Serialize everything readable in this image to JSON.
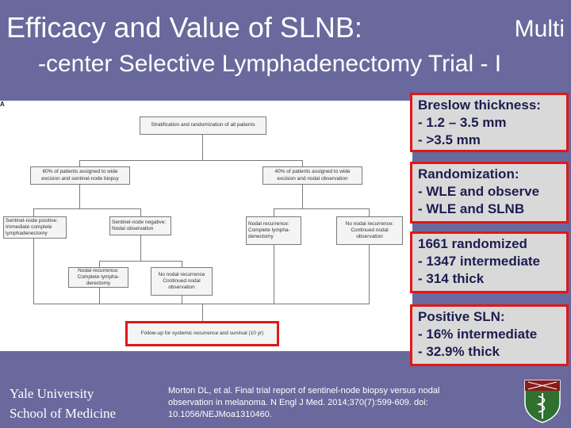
{
  "title": {
    "line1": "Efficacy and Value of SLNB:",
    "line1_right": "Multi",
    "line2": "-center Selective Lymphadenectomy Trial - I"
  },
  "diagram": {
    "panel_label": "A",
    "stratification": "Stratification and randomization of all patients",
    "arm_left": "60% of patients assigned to wide excision and sentinel-node biopsy",
    "arm_right": "40% of patients assigned to wide excision and nodal observation",
    "sn_positive": "Sentinel-node positive: Immediate complete lymphadenectomy",
    "sn_negative": "Sentinel-node negative: Nodal observation",
    "nodal_recurrence_obs": "Nodal recurrence: Complete lympha-denectomy",
    "no_nodal_recurrence_obs": "No nodal recurrence: Continued nodal observation",
    "nodal_recurrence_sn": "Nodal recurrence: Complete lympha-derectomy",
    "no_nodal_recurrence_sn": "No nodal recurrence Continued nodal observation",
    "followup": "Follow-up for systemic recurrence and survival (10 yr)"
  },
  "callouts": [
    {
      "lines": [
        "Breslow thickness:",
        "- 1.2 – 3.5 mm",
        "- >3.5 mm"
      ]
    },
    {
      "lines": [
        "Randomization:",
        "- WLE and observe",
        "- WLE and SLNB"
      ]
    },
    {
      "lines": [
        "1661 randomized",
        "- 1347 intermediate",
        "- 314 thick"
      ]
    },
    {
      "lines": [
        "Positive SLN:",
        "- 16% intermediate",
        "- 32.9% thick"
      ]
    }
  ],
  "footer": {
    "institution_line1": "Yale University",
    "institution_line2": "School of Medicine",
    "citation": "Morton DL, et al. Final trial report of sentinel-node biopsy versus nodal observation in melanoma. N Engl J Med. 2014;370(7):599-609. doi: 10.1056/NEJMoa1310460."
  },
  "colors": {
    "background": "#69699d",
    "callout_border": "#e01818",
    "callout_text": "#1d1d50"
  }
}
